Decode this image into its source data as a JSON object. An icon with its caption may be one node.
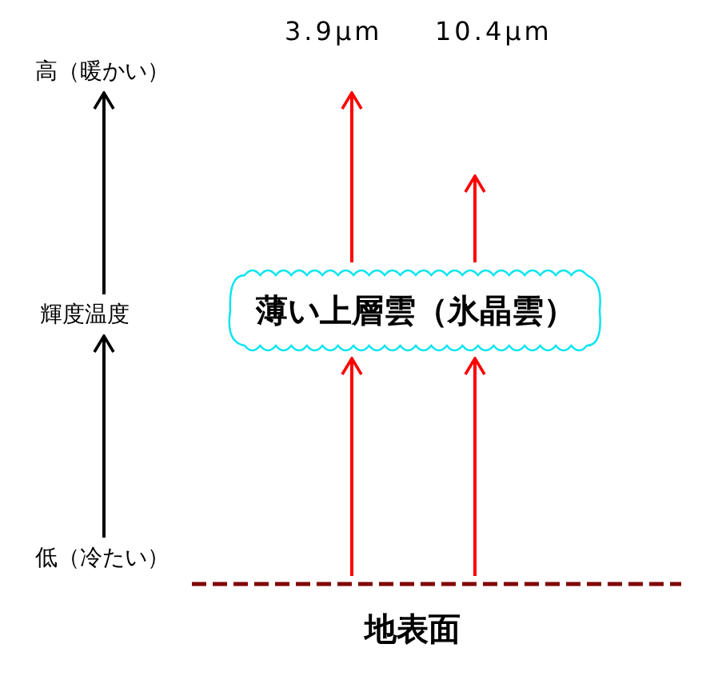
{
  "diagram": {
    "nodes": [
      {
        "text": [
          "高（暖かい）"
        ]
      },
      {
        "text": [
          "輝度温度"
        ]
      },
      {
        "text": [
          "低（冷たい）"
        ]
      },
      {
        "text": [
          "薄い上層雲（氷晶雲）"
        ]
      },
      {
        "text": [],
        "shape": "bar",
        "beside": [
          "地表面"
        ]
      }
    ],
    "edges": [
      {
        "from": 2,
        "to": 1,
        "arrow": "to",
        "color": "#000000"
      },
      {
        "from": 1,
        "to": 0,
        "arrow": "to",
        "color": "#000000"
      },
      {
        "from": 4,
        "to": 3,
        "arrow": "to"
      },
      {
        "from": 4,
        "to": 3,
        "arrow": "to"
      },
      {
        "from": 3,
        "to": null,
        "arrow": "to"
      },
      {
        "from": 3,
        "to": null,
        "arrow": "to"
      }
    ],
    "labels": [
      "3.9μm",
      "10.4μm"
    ]
  }
}
